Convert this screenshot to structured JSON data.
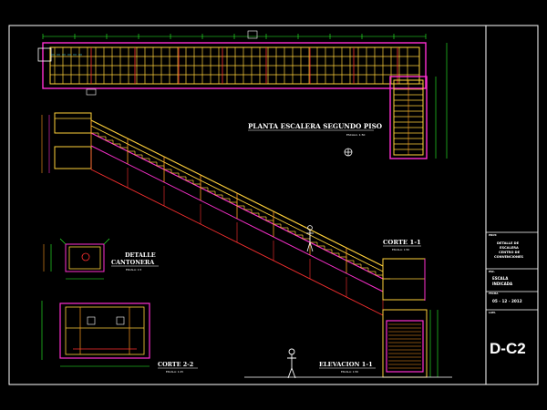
{
  "drawing": {
    "titles": {
      "plan": "PLANTA ESCALERA SEGUNDO PISO",
      "plan_scale": "ESCALA: 1:50",
      "detail": "DETALLE",
      "detail2": "CANTONERA",
      "detail_scale": "ESCALA: 1:5",
      "corte11": "CORTE 1-1",
      "corte11_scale": "ESCALA: 1:50",
      "corte22": "CORTE 2-2",
      "corte22_scale": "ESCALA: 1:25",
      "elevacion": "ELEVACION 1-1",
      "elevacion_scale": "ESCALA: 1:50"
    },
    "title_block": {
      "label_project": "PROY.",
      "project_line1": "DETALLE DE",
      "project_line2": "ESCALERA",
      "project_line3": "CENTRO DE",
      "project_line4": "CONVENCIONES",
      "label_scale": "ESC.",
      "scale_line1": "ESCALA",
      "scale_line2": "INDICADA",
      "label_date": "FECHA",
      "date": "05 - 12 - 2012",
      "label_sheet": "LAM.",
      "sheet": "D-C2"
    },
    "colors": {
      "background": "#000000",
      "border": "#ffffff",
      "steel": "#ffd23a",
      "orange": "#ff9a1f",
      "magenta": "#ff2fd0",
      "red": "#ff3030",
      "green": "#2cff2c",
      "cyan": "#46e6ff",
      "white": "#ffffff"
    }
  }
}
